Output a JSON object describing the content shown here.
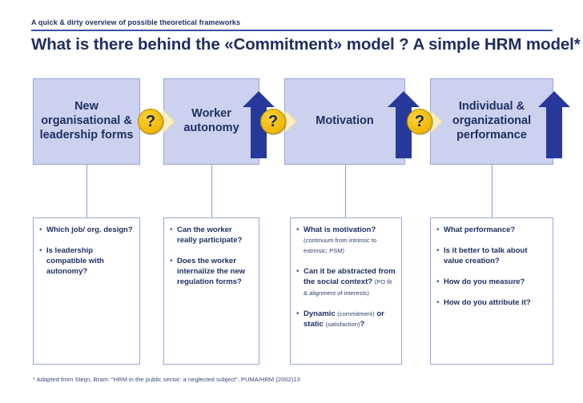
{
  "header": {
    "eyebrow": "A quick & dirty overview of possible theoretical frameworks",
    "title": "What is there behind the «Commitment» model ? A simple HRM model* ?"
  },
  "colors": {
    "box_fill": "#ccd1f0",
    "box_border": "#9aa4d6",
    "navy_text": "#1f2f63",
    "arrow_blue": "#26399b",
    "badge_yellow": "#f5c011",
    "link_arrow": "#fbeec2",
    "rule": "#3d51a8"
  },
  "flow": {
    "boxes": [
      {
        "label": "New organisational & leadership forms"
      },
      {
        "label": "Worker autonomy"
      },
      {
        "label": "Motivation"
      },
      {
        "label": "Individual & organizational performance"
      }
    ],
    "connectors": [
      {
        "badge": "?",
        "icon": "question-badge-icon"
      },
      {
        "badge": "?",
        "icon": "question-badge-icon"
      },
      {
        "badge": "?",
        "icon": "question-badge-icon"
      }
    ],
    "up_arrows": [
      {
        "icon": "up-arrow-icon"
      },
      {
        "icon": "up-arrow-icon"
      },
      {
        "icon": "up-arrow-icon"
      }
    ],
    "link_arrows": [
      {
        "icon": "right-arrow-icon"
      },
      {
        "icon": "right-arrow-icon"
      },
      {
        "icon": "right-arrow-icon"
      }
    ]
  },
  "panels": [
    {
      "name": "organisational-forms-questions",
      "bullets": [
        {
          "main": "Which job/ org. design?",
          "sub": ""
        },
        {
          "main": "Is leadership compatible with autonomy?",
          "sub": ""
        }
      ]
    },
    {
      "name": "worker-autonomy-questions",
      "bullets": [
        {
          "main": "Can the worker really participate?",
          "sub": ""
        },
        {
          "main": "Does the worker internalize the new regulation forms?",
          "sub": ""
        }
      ]
    },
    {
      "name": "motivation-questions",
      "bullets": [
        {
          "main": "What is motivation?",
          "sub": "(continuum from intrinsic to extrinsic; PSM)"
        },
        {
          "main": "Can it be abstracted from the social context?",
          "sub": "(PO fit & alignment of interests)"
        },
        {
          "main": "Dynamic",
          "sub": "(commitment)",
          "main2": "or static",
          "sub2": "(satisfaction)",
          "main3": "?"
        }
      ]
    },
    {
      "name": "performance-questions",
      "bullets": [
        {
          "main": "What performance?",
          "sub": ""
        },
        {
          "main": "Is it better to talk about value creation?",
          "sub": ""
        },
        {
          "main": "How do you measure?",
          "sub": ""
        },
        {
          "main": "How do you attribute it?",
          "sub": ""
        }
      ]
    }
  ],
  "footnote": {
    "text": "* Adapted from Steijn, Bram: \"HRM in the public sector: a neglected subject\", PUMA/HRM (2002)13"
  },
  "bullet_glyph": "•"
}
